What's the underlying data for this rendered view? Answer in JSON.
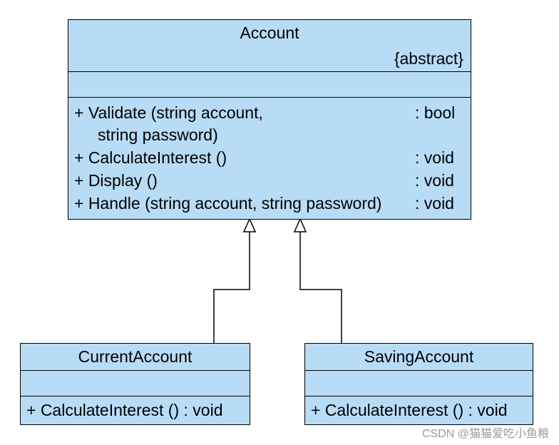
{
  "account": {
    "name": "Account",
    "stereotype": "{abstract}",
    "operations": [
      {
        "text": "+ Validate (string account,",
        "ret": ": bool"
      },
      {
        "text": "string password)",
        "ret": ""
      },
      {
        "text": "+ CalculateInterest ()",
        "ret": ": void"
      },
      {
        "text": "+ Display ()",
        "ret": ": void"
      },
      {
        "text": "+ Handle (string account, string password)",
        "ret": ": void"
      }
    ]
  },
  "current_account": {
    "name": "CurrentAccount",
    "operation": "+ CalculateInterest ()  : void"
  },
  "saving_account": {
    "name": "SavingAccount",
    "operation": "+ CalculateInterest ()  : void"
  },
  "colors": {
    "class_fill": "#b8dcf5",
    "line": "#000000"
  },
  "watermark": "CSDN @猫猫爱吃小鱼粮"
}
